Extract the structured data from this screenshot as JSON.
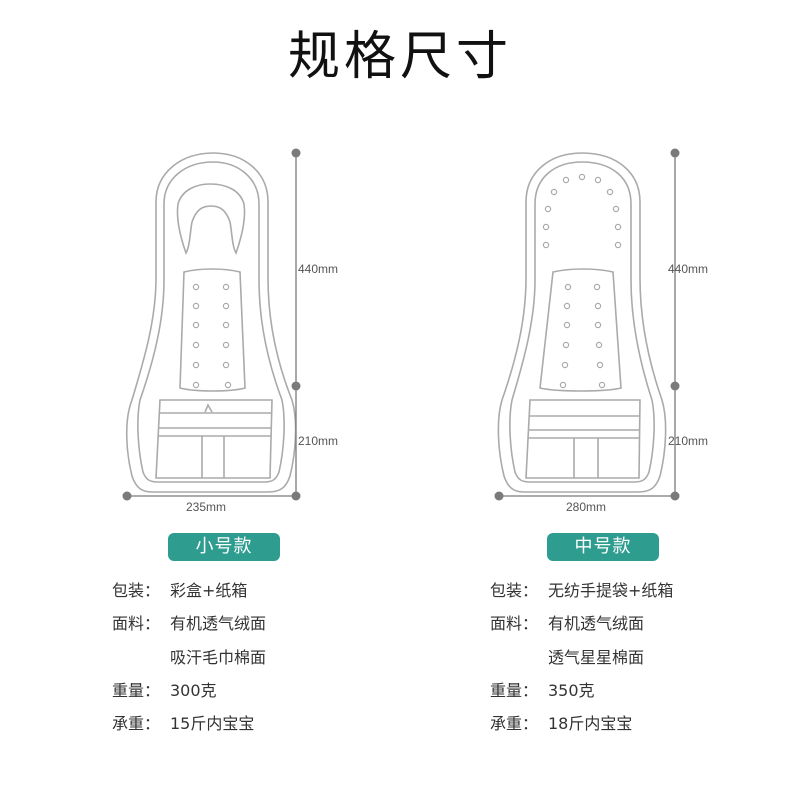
{
  "title": "规格尺寸",
  "small": {
    "badge": "小号款",
    "dim_top": "440mm",
    "dim_bottom": "210mm",
    "dim_width": "235mm",
    "specs": [
      {
        "key": "包装：",
        "value": "彩盒+纸箱"
      },
      {
        "key": "面料：",
        "value": "有机透气绒面"
      },
      {
        "key": "",
        "value": "吸汗毛巾棉面"
      },
      {
        "key": "重量：",
        "value": "300克"
      },
      {
        "key": "承重：",
        "value": "15斤内宝宝"
      }
    ]
  },
  "medium": {
    "badge": "中号款",
    "dim_top": "440mm",
    "dim_bottom": "210mm",
    "dim_width": "280mm",
    "specs": [
      {
        "key": "包装：",
        "value": "无纺手提袋+纸箱"
      },
      {
        "key": "面料：",
        "value": "有机透气绒面"
      },
      {
        "key": "",
        "value": "透气星星棉面"
      },
      {
        "key": "重量：",
        "value": "350克"
      },
      {
        "key": "承重：",
        "value": "18斤内宝宝"
      }
    ]
  },
  "colors": {
    "accent": "#2e9d8f",
    "outline": "#aaaaaa",
    "dimension": "#7a7a7a"
  }
}
